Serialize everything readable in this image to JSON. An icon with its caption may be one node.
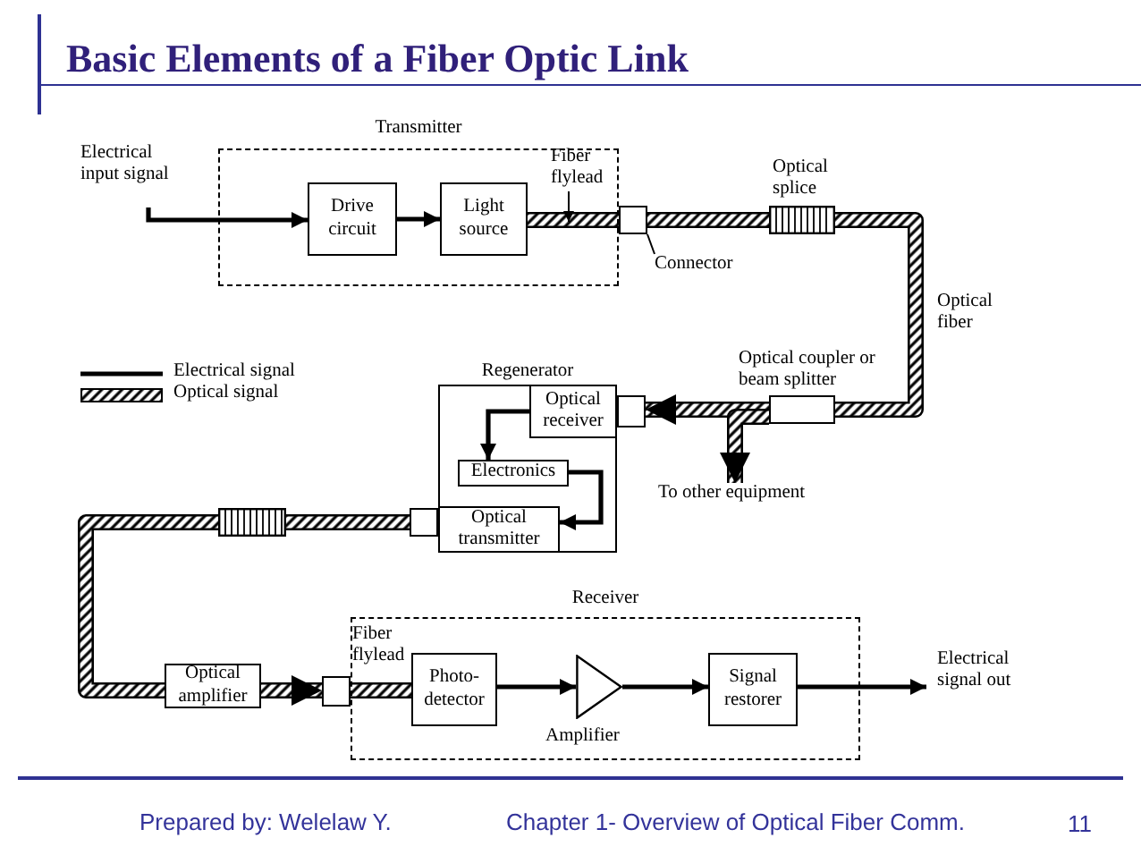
{
  "diagram": {
    "title": "Basic Elements of a Fiber Optic Link",
    "nodes": [
      {
        "text": [
          "Electrical input signal"
        ]
      },
      {
        "text": [
          "Transmitter"
        ]
      },
      {
        "text": [
          "Drive circuit"
        ],
        "in": 1
      },
      {
        "text": [
          "Light source"
        ],
        "in": 1
      },
      {
        "text": [
          "Fiber flylead"
        ],
        "in": 1
      },
      {
        "text": [],
        "shape": "box"
      },
      {
        "text": [
          "Connector"
        ]
      },
      {
        "text": [
          "Optical splice"
        ]
      },
      {
        "text": [
          "Optical coupler or beam splitter"
        ]
      },
      {
        "text": [
          "To other equipment"
        ]
      },
      {
        "text": [
          "Regenerator"
        ]
      },
      {
        "text": [
          "Optical receiver"
        ],
        "in": 10
      },
      {
        "text": [
          "Electronics"
        ],
        "in": 10
      },
      {
        "text": [
          "Optical transmitter"
        ],
        "in": 10
      },
      {
        "text": [],
        "shape": "box"
      },
      {
        "text": [],
        "shape": "box"
      },
      {
        "text": [],
        "shape": "box"
      },
      {
        "text": [
          "Optical amplifier"
        ]
      },
      {
        "text": [],
        "shape": "box"
      },
      {
        "text": [
          "Receiver"
        ]
      },
      {
        "text": [
          "Photo- detector"
        ],
        "in": 19
      },
      {
        "text": [
          "Amplifier"
        ],
        "in": 19
      },
      {
        "text": [
          "Signal restorer"
        ],
        "in": 19
      },
      {
        "text": [
          "Electrical signal out"
        ]
      }
    ],
    "edges": [
      {
        "from": 0,
        "to": 2,
        "arrow": "to"
      },
      {
        "from": 2,
        "to": 3,
        "arrow": "to"
      },
      {
        "from": 3,
        "to": 5,
        "arrow": "none",
        "style": "thick"
      },
      {
        "from": 4,
        "to": null,
        "arrow": "to"
      },
      {
        "from": 6,
        "to": 5,
        "arrow": "none"
      },
      {
        "from": 5,
        "to": 7,
        "arrow": "none",
        "style": "thick"
      },
      {
        "from": 7,
        "to": 8,
        "arrow": "none",
        "style": "thick",
        "label": "Optical fiber"
      },
      {
        "from": 8,
        "to": 15,
        "arrow": "to",
        "style": "thick"
      },
      {
        "from": 8,
        "to": 9,
        "arrow": "to",
        "style": "thick"
      },
      {
        "from": 11,
        "to": 12,
        "arrow": "to"
      },
      {
        "from": 12,
        "to": 13,
        "arrow": "to"
      },
      {
        "from": 14,
        "to": 16,
        "arrow": "none",
        "style": "thick"
      },
      {
        "from": 16,
        "to": 17,
        "arrow": "none",
        "style": "thick"
      },
      {
        "from": 17,
        "to": 18,
        "arrow": "to",
        "style": "thick"
      },
      {
        "from": 18,
        "to": 20,
        "arrow": "none",
        "style": "thick"
      },
      {
        "from": 20,
        "to": 21,
        "arrow": "to"
      },
      {
        "from": 21,
        "to": 22,
        "arrow": "to"
      },
      {
        "from": 22,
        "to": 23,
        "arrow": "to"
      }
    ],
    "labels": [
      "Fiber flylead",
      "Prepared by: Welelaw Y.",
      "Chapter 1- Overview of Optical Fiber Comm.",
      "11"
    ],
    "legend": [
      {
        "text": "Electrical signal"
      },
      {
        "text": "Optical signal"
      }
    ]
  }
}
